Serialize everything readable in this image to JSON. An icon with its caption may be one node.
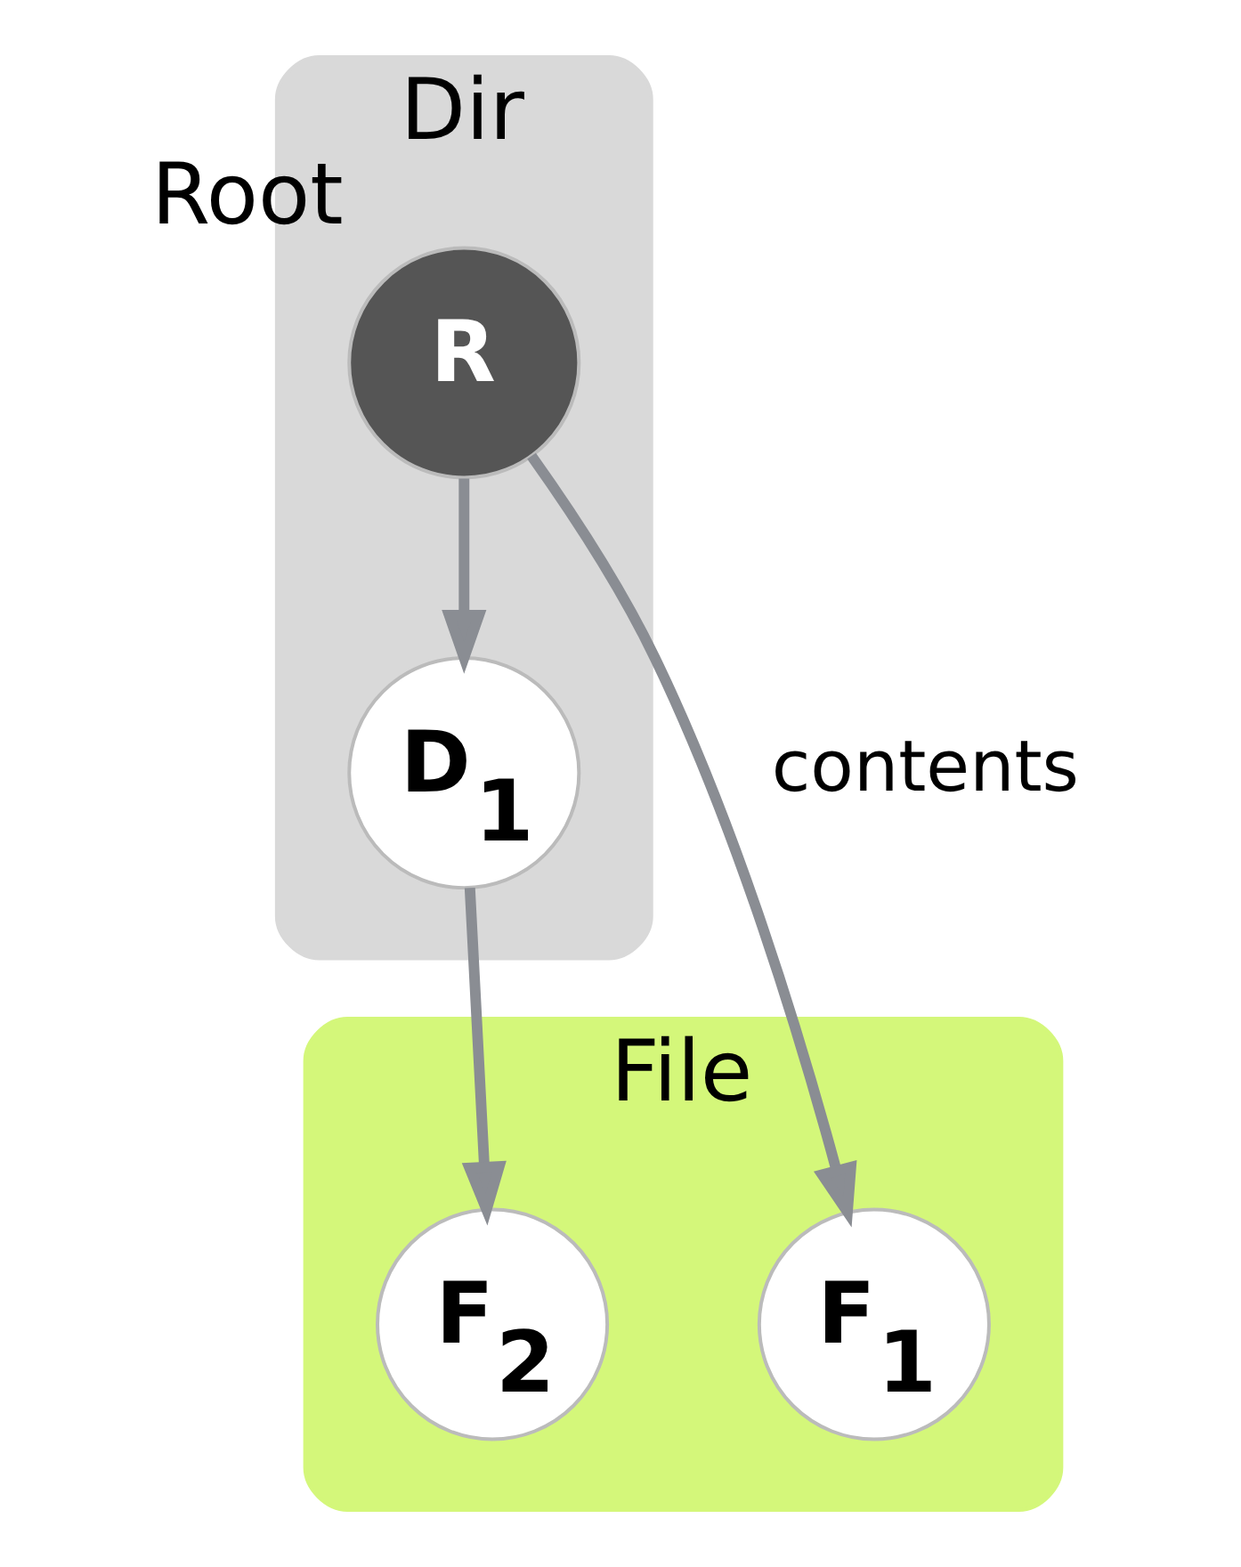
{
  "diagram": {
    "nodes": [
      {
        "text": [
          "Dir"
        ]
      },
      {
        "text": [
          "R"
        ],
        "in": 0,
        "beside": [
          "Root"
        ]
      },
      {
        "text": [
          "D$_{1}$"
        ],
        "in": 0
      },
      {
        "text": [
          "File"
        ]
      },
      {
        "text": [
          "F$_{1}$"
        ],
        "in": 3
      },
      {
        "text": [
          "F$_{2}$"
        ],
        "in": 3
      }
    ],
    "edges": [
      {
        "from": 1,
        "to": 4,
        "arrow": "to",
        "label": "contents"
      },
      {
        "from": 1,
        "to": 2,
        "arrow": "to"
      },
      {
        "from": 2,
        "to": 5,
        "arrow": "to"
      }
    ]
  }
}
